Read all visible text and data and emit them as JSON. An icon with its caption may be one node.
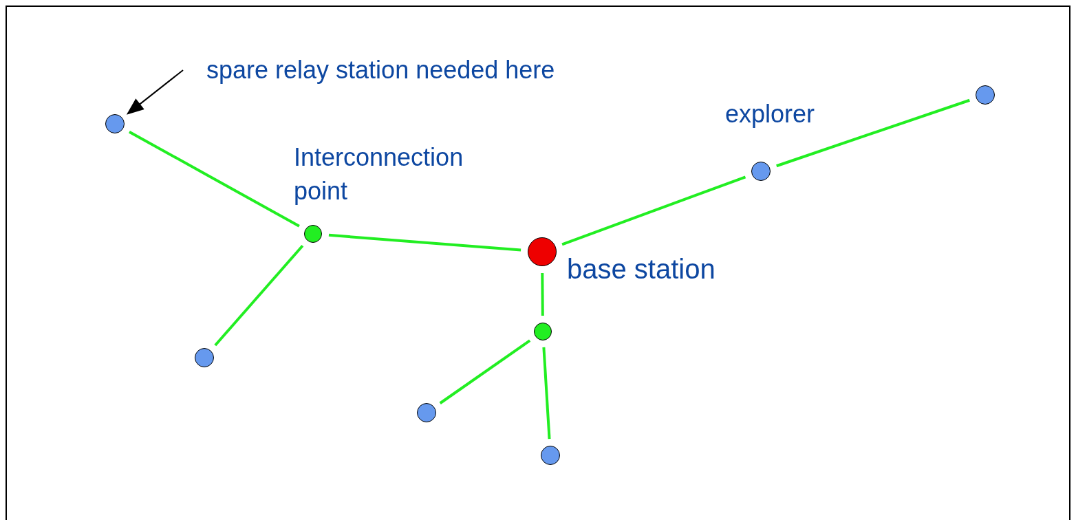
{
  "diagram": {
    "nodes": [
      {
        "text": [],
        "shape": "circle"
      },
      {
        "text": [],
        "shape": "circle",
        "beside": [
          "Interconnection point"
        ]
      },
      {
        "text": [],
        "shape": "circle"
      },
      {
        "text": [],
        "shape": "circle",
        "beside": [
          "base station"
        ]
      },
      {
        "text": [],
        "shape": "circle",
        "beside": [
          "explorer"
        ]
      },
      {
        "text": [],
        "shape": "circle"
      },
      {
        "text": [],
        "shape": "circle"
      },
      {
        "text": [],
        "shape": "circle"
      },
      {
        "text": [],
        "shape": "circle"
      },
      {
        "text": [
          "spare relay station needed here"
        ]
      }
    ],
    "edges": [
      {
        "from": 0,
        "to": 1,
        "arrow": "none"
      },
      {
        "from": 1,
        "to": 2,
        "arrow": "none"
      },
      {
        "from": 1,
        "to": 3,
        "arrow": "none"
      },
      {
        "from": 3,
        "to": 4,
        "arrow": "none"
      },
      {
        "from": 4,
        "to": 5,
        "arrow": "none"
      },
      {
        "from": 3,
        "to": 6,
        "arrow": "none"
      },
      {
        "from": 6,
        "to": 7,
        "arrow": "none"
      },
      {
        "from": 6,
        "to": 8,
        "arrow": "none"
      },
      {
        "from": 9,
        "to": 0,
        "arrow": "to",
        "color": "#000000"
      }
    ]
  }
}
